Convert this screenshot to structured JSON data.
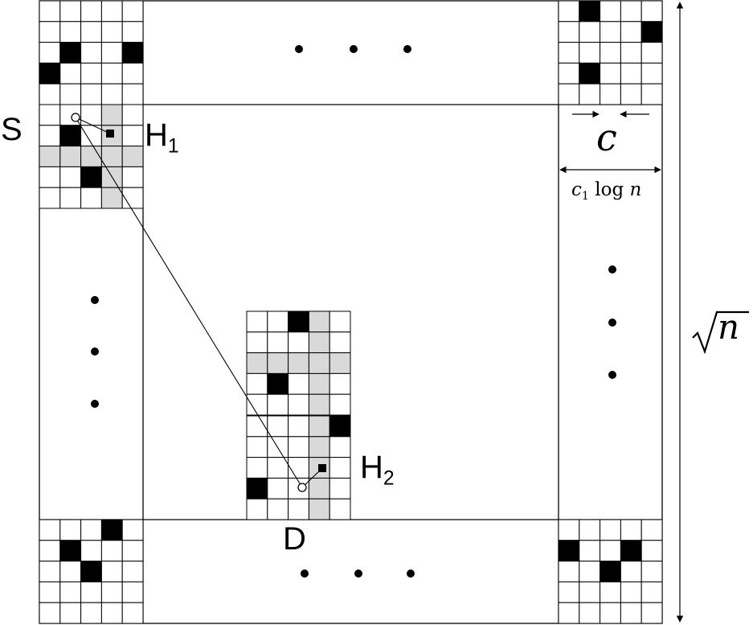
{
  "labels": {
    "source": "S",
    "destination": "D",
    "helper1": "H",
    "helper1_sub": "1",
    "helper2": "H",
    "helper2_sub": "2",
    "cell_width": "c",
    "strip_width_c1": "c",
    "strip_width_sub": "1",
    "strip_width_log": "log",
    "strip_width_n": "n",
    "side_n": "n"
  },
  "grids": {
    "top_left": {
      "rows": 5,
      "cols": 5,
      "black": [
        [
          2,
          1
        ],
        [
          2,
          4
        ],
        [
          3,
          0
        ]
      ],
      "gray_rows": [],
      "gray_cols": []
    },
    "top_right": {
      "rows": 5,
      "cols": 5,
      "black": [
        [
          0,
          1
        ],
        [
          1,
          4
        ],
        [
          3,
          1
        ]
      ],
      "gray_rows": [],
      "gray_cols": []
    },
    "source_block": {
      "rows": 5,
      "cols": 5,
      "black": [
        [
          1,
          1
        ],
        [
          3,
          2
        ]
      ],
      "gray_rows": [
        2
      ],
      "gray_cols": [
        3
      ]
    },
    "bottom_left": {
      "rows": 5,
      "cols": 5,
      "black": [
        [
          0,
          3
        ],
        [
          1,
          1
        ],
        [
          2,
          2
        ]
      ],
      "gray_rows": [],
      "gray_cols": []
    },
    "bottom_right": {
      "rows": 5,
      "cols": 5,
      "black": [
        [
          1,
          0
        ],
        [
          1,
          3
        ],
        [
          2,
          2
        ]
      ],
      "gray_rows": [],
      "gray_cols": []
    },
    "dest_upper": {
      "rows": 5,
      "cols": 5,
      "black": [
        [
          0,
          2
        ],
        [
          3,
          1
        ]
      ],
      "gray_rows": [
        2
      ],
      "gray_cols": [
        3
      ]
    },
    "dest_lower": {
      "rows": 5,
      "cols": 5,
      "black": [
        [
          0,
          4
        ],
        [
          3,
          0
        ]
      ],
      "gray_rows": [],
      "gray_cols": [
        3
      ]
    }
  },
  "colors": {
    "line": "#000000",
    "black_cell": "#000000",
    "gray_cell": "#d9d9d9",
    "background": "#ffffff"
  }
}
